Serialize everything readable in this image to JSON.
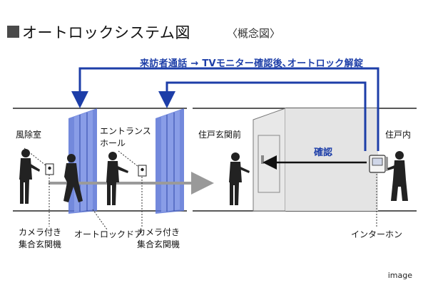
{
  "title": "オートロックシステム図",
  "subtitle": "〈概念図〉",
  "flow_label": "来訪者通話 → TVモニター確認後､オートロック解錠",
  "rooms": {
    "windbreak": "風除室",
    "entrance_hall_line1": "エントランス",
    "entrance_hall_line2": "ホール",
    "front_of_unit": "住戸玄関前",
    "inside_unit": "住戸内"
  },
  "confirm_label": "確認",
  "device_labels": {
    "camera_panel_left_line1": "カメラ付き",
    "camera_panel_left_line2": "集合玄関機",
    "auto_lock_door": "オートロックドア",
    "camera_panel_right_line1": "カメラ付き",
    "camera_panel_right_line2": "集合玄関機",
    "intercom": "インターホン"
  },
  "credit": "image",
  "colors": {
    "accent_blue": "#1d3ea8",
    "glass_blue": "#4a63c9",
    "wall_gray": "#e4e4e4",
    "figure_black": "#222222"
  }
}
